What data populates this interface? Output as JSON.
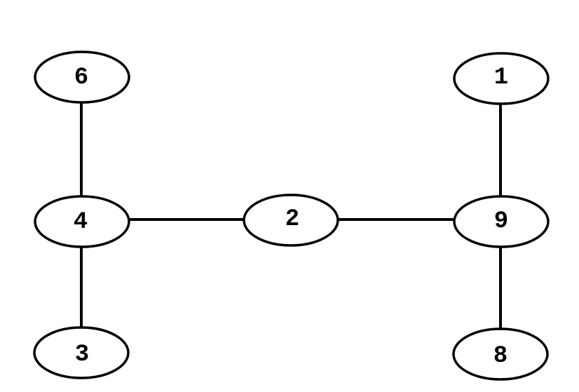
{
  "graph": {
    "nodes": [
      {
        "id": "n6",
        "label": "6"
      },
      {
        "id": "n4",
        "label": "4"
      },
      {
        "id": "n3",
        "label": "3"
      },
      {
        "id": "n2",
        "label": "2"
      },
      {
        "id": "n1",
        "label": "1"
      },
      {
        "id": "n9",
        "label": "9"
      },
      {
        "id": "n8",
        "label": "8"
      }
    ],
    "edges": [
      {
        "from": "n6",
        "to": "n4"
      },
      {
        "from": "n4",
        "to": "n3"
      },
      {
        "from": "n4",
        "to": "n2"
      },
      {
        "from": "n2",
        "to": "n9"
      },
      {
        "from": "n1",
        "to": "n9"
      },
      {
        "from": "n9",
        "to": "n8"
      }
    ]
  }
}
